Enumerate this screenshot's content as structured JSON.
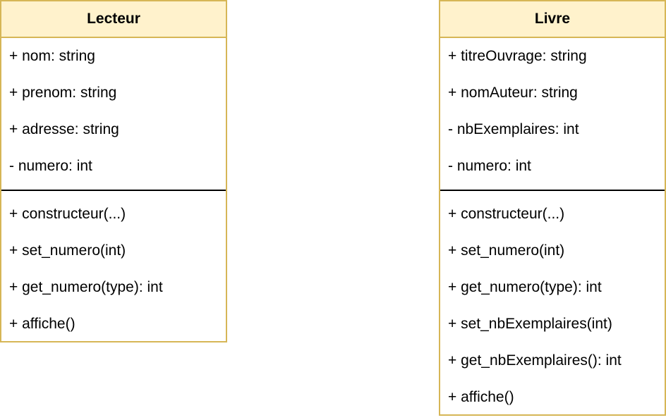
{
  "colors": {
    "header_fill": "#fff2cc",
    "border": "#d6b656",
    "divider": "#000000"
  },
  "classes": {
    "lecteur": {
      "name": "Lecteur",
      "attributes": [
        "+ nom: string",
        "+ prenom: string",
        "+ adresse: string",
        "- numero: int"
      ],
      "methods": [
        "+ constructeur(...)",
        "+ set_numero(int)",
        "+ get_numero(type): int",
        "+ affiche()"
      ]
    },
    "livre": {
      "name": "Livre",
      "attributes": [
        "+ titreOuvrage: string",
        "+ nomAuteur: string",
        "- nbExemplaires: int",
        "- numero: int"
      ],
      "methods": [
        "+ constructeur(...)",
        "+ set_numero(int)",
        "+ get_numero(type): int",
        "+ set_nbExemplaires(int)",
        "+ get_nbExemplaires(): int",
        "+ affiche()"
      ]
    }
  }
}
